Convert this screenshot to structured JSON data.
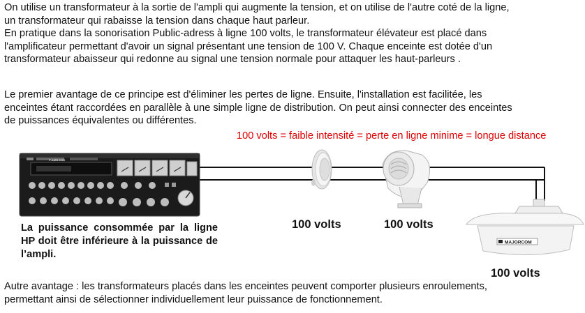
{
  "paragraphs": {
    "intro": [
      "On utilise un transformateur à la sortie de l'ampli qui augmente la tension, et on utilise de l'autre coté de la ligne,",
      "un transformateur qui rabaisse la tension dans chaque haut parleur.",
      "En pratique dans la sonorisation Public-adress à ligne 100 volts, le transformateur élévateur est placé dans",
      "l'amplificateur permettant d'avoir un signal présentant une tension de 100 V. Chaque enceinte est dotée d'un",
      "transformateur abaisseur qui redonne au signal une tension normale pour attaquer les haut-parleurs ."
    ],
    "advantage": [
      "Le premier avantage de ce principe est d'éliminer les pertes de ligne. Ensuite, l'installation est facilitée, les",
      "enceintes étant raccordées en parallèle à une simple ligne de distribution. On peut ainsi connecter des enceintes",
      "de puissances équivalentes ou différentes."
    ],
    "other_advantage": [
      "Autre avantage : les transformateurs placés dans les enceintes peuvent comporter plusieurs enroulements,",
      "permettant ainsi de sélectionner individuellement leur puissance de fonctionnement."
    ]
  },
  "diagram": {
    "highlight": "100 volts = faible intensité = perte en ligne minime = longue distance",
    "highlight_color": "#e00000",
    "amp_note": "La puissance consommée par la ligne HP doit être inférieure à la puissance de l’ampli.",
    "speaker_labels": [
      "100 volts",
      "100 volts",
      "100 volts"
    ],
    "speaker_brand": "MAJORCOM",
    "devices": [
      "amplifier-icon",
      "ceiling-speaker-icon",
      "horn-projector-speaker-icon",
      "pendant-speaker-icon"
    ]
  }
}
